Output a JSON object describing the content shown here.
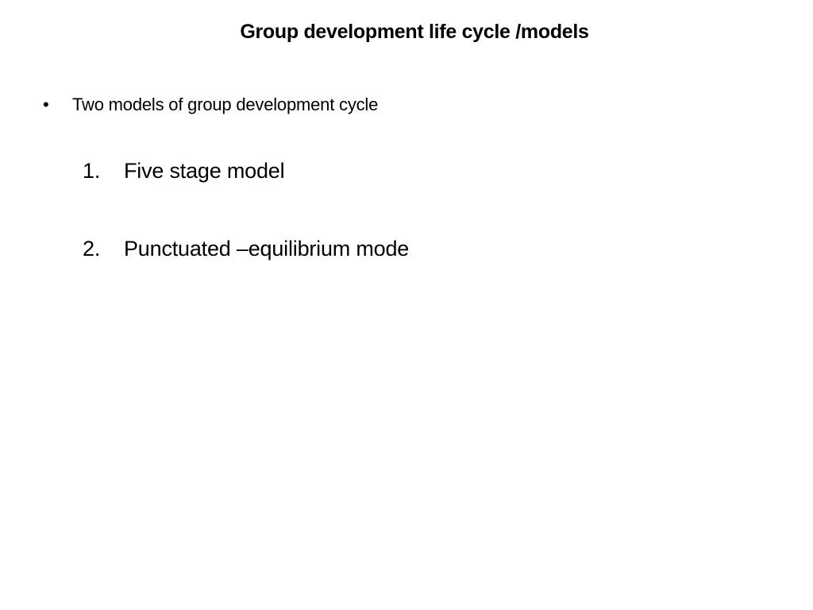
{
  "slide": {
    "title": "Group development life cycle /models",
    "bullet": {
      "marker": "•",
      "text": "Two models of group development cycle"
    },
    "numbered_items": [
      {
        "number": "1.",
        "text": "Five stage model"
      },
      {
        "number": "2.",
        "text": "Punctuated –equilibrium mode"
      }
    ]
  }
}
